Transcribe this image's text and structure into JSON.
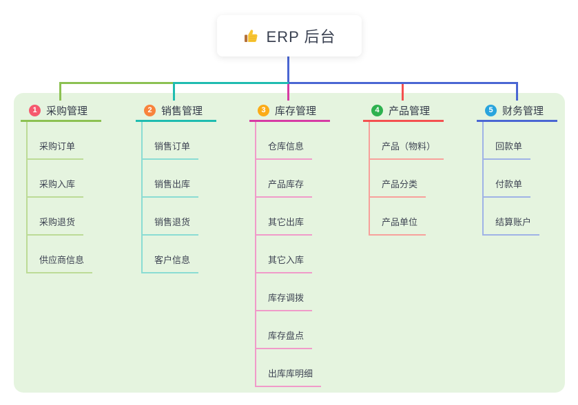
{
  "root": {
    "label": "ERP 后台",
    "icon": "thumbs-up",
    "connector_color": "#4a66d3"
  },
  "panel": {
    "background": "#e5f4df"
  },
  "branches": [
    {
      "index": "1",
      "label": "采购管理",
      "badge_color": "#f6596e",
      "line_color": "#8cc152",
      "light_color": "#bcdb96",
      "children": [
        "采购订单",
        "采购入库",
        "采购退货",
        "供应商信息"
      ]
    },
    {
      "index": "2",
      "label": "销售管理",
      "badge_color": "#f8833c",
      "line_color": "#1fbcb0",
      "light_color": "#8adcd3",
      "children": [
        "销售订单",
        "销售出库",
        "销售退货",
        "客户信息"
      ]
    },
    {
      "index": "3",
      "label": "库存管理",
      "badge_color": "#fbab17",
      "line_color": "#d63ba4",
      "light_color": "#f09ac9",
      "children": [
        "仓库信息",
        "产品库存",
        "其它出库",
        "其它入库",
        "库存调拨",
        "库存盘点",
        "出库库明细"
      ]
    },
    {
      "index": "4",
      "label": "产品管理",
      "badge_color": "#2eb14f",
      "line_color": "#f4504f",
      "light_color": "#f8a09b",
      "children": [
        "产品（物料）",
        "产品分类",
        "产品单位"
      ]
    },
    {
      "index": "5",
      "label": "财务管理",
      "badge_color": "#29a4dd",
      "line_color": "#4a66d3",
      "light_color": "#9fb2e6",
      "children": [
        "回款单",
        "付款单",
        "结算账户"
      ]
    }
  ]
}
